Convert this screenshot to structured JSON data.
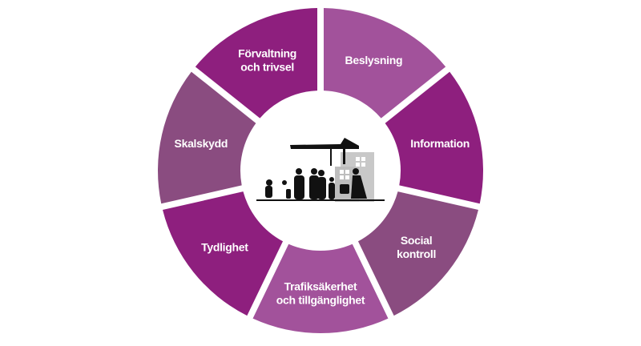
{
  "diagram": {
    "segments": [
      {
        "lines": [
          "Beslysning"
        ],
        "color": "#a2529b"
      },
      {
        "lines": [
          "Information"
        ],
        "color": "#8e1f7e"
      },
      {
        "lines": [
          "Social",
          "kontroll"
        ],
        "color": "#8a4c80"
      },
      {
        "lines": [
          "Trafiksäkerhet",
          "och tillgänglighet"
        ],
        "color": "#a2529b"
      },
      {
        "lines": [
          "Tydlighet"
        ],
        "color": "#8e1f7e"
      },
      {
        "lines": [
          "Skalskydd"
        ],
        "color": "#8a4c80"
      },
      {
        "lines": [
          "Förvaltning",
          "och trivsel"
        ],
        "color": "#8e1f7e"
      }
    ],
    "center_icon": "crane-city-people-illustration"
  }
}
